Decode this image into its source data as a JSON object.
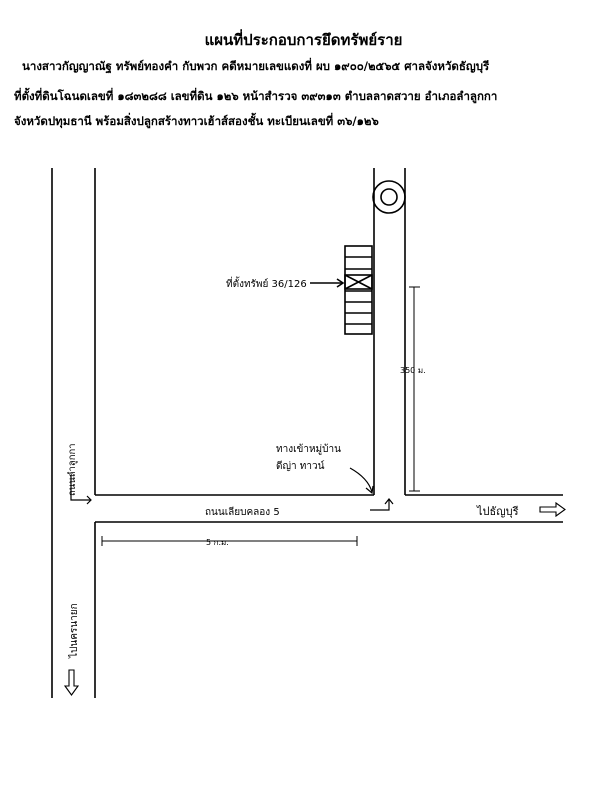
{
  "header": {
    "title": "แผนที่ประกอบการยึดทรัพย์ราย",
    "line1": "นางสาวกัญญาณัฐ ทรัพย์ทองคำ กับพวก คดีหมายเลขแดงที่ ผบ ๑๙๐๐/๒๕๖๕ ศาลจังหวัดธัญบุรี",
    "line2": "ที่ตั้งที่ดินโฉนดเลขที่ ๑๘๓๒๘๘ เลขที่ดิน ๑๒๖ หน้าสำรวจ ๓๙๓๑๓ ตำบลลาดสวาย อำเภอลำลูกกา",
    "line3": "จังหวัดปทุมธานี พร้อมสิ่งปลูกสร้างทาวเฮ้าส์สองชั้น ทะเบียนเลขที่ ๓๖/๑๒๖"
  },
  "map": {
    "property_label": "ที่ตั้งทรัพย์ 36/126",
    "distance_vertical": "350 ม.",
    "village_entrance_line1": "ทางเข้าหมู่บ้าน",
    "village_entrance_line2": "ดีญ่า ทาวน์",
    "road_lamlukka": "ถนนลำลูกกา",
    "road_khlong5": "ถนนเลียบคลอง 5",
    "to_thanyaburi": "ไปธัญบุรี",
    "distance_horizontal": "5 ก.ม.",
    "to_nakhon_nayok": "ไปนครนายก"
  }
}
